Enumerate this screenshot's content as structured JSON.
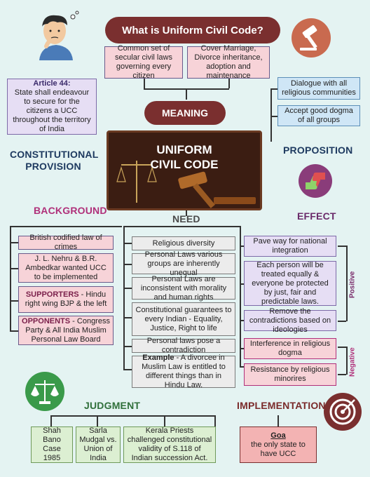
{
  "title": "What is Uniform Civil Code?",
  "meaning": {
    "label": "MEANING",
    "items": [
      "Common set of secular civil laws governing every citizen",
      "Cover Marriage, Divorce inheritance, adoption and maintenance"
    ]
  },
  "center": {
    "line1": "UNIFORM",
    "line2": "CIVIL CODE"
  },
  "constitutional": {
    "article_title": "Article 44:",
    "article_text": "State shall endeavour to secure for the citizens a UCC throughout the territory of India",
    "label1": "CONSTITUTIONAL",
    "label2": "PROVISION"
  },
  "proposition": {
    "label": "PROPOSITION",
    "items": [
      "Dialogue with all religious communities",
      "Accept good dogma of all groups"
    ]
  },
  "background": {
    "label": "BACKGROUND",
    "item1": "British codified law of crimes",
    "item2": "J. L. Nehru & B.R. Ambedkar wanted UCC to be implemented",
    "supporters_title": "SUPPORTERS",
    "supporters_text": " - Hindu right wing BJP & the left",
    "opponents_title": "OPPONENTS",
    "opponents_text": " - Congress Party & All India Muslim Personal Law Board"
  },
  "need": {
    "label": "NEED",
    "items": [
      "Religious diversity",
      "Personal Laws various groups are inherently unequal",
      "Personal Laws are inconsistent with morality and human rights",
      "Constitutional guarantees to every Indian - Equality, Justice, Right to life",
      "Personal laws pose a contradiction"
    ],
    "example_title": "Example",
    "example_text": " - A divorcee in Muslim Law is entitled to different things than in Hindu Law."
  },
  "effect": {
    "label": "EFFECT",
    "positive_label": "Positive",
    "negative_label": "Negative",
    "positive": [
      "Pave way for national integration",
      "Each person will be treated equally & everyone be protected by just, fair and predictable laws.",
      "Remove the contradictions based on ideologies"
    ],
    "negative": [
      "Interference in religious dogma",
      "Resistance by religious minorires"
    ]
  },
  "judgment": {
    "label": "JUDGMENT",
    "items": [
      "Shah Bano Case 1985",
      "Sarla Mudgal vs. Union of India",
      "Kerala Priests challenged constitutional validity of S.118 of Indian succession Act."
    ]
  },
  "implementation": {
    "label": "IMPLEMENTATION",
    "title": "Goa",
    "text": "the only state to have UCC"
  },
  "icons": [
    "thinking-person-icon",
    "gavel-icon",
    "thumbs-up-down-icon",
    "scales-icon",
    "target-icon"
  ],
  "colors": {
    "maroon": "#7a2f2f",
    "background": "#e4f3f2",
    "pink": "#f7d3d8",
    "lavender": "#e6def4"
  }
}
